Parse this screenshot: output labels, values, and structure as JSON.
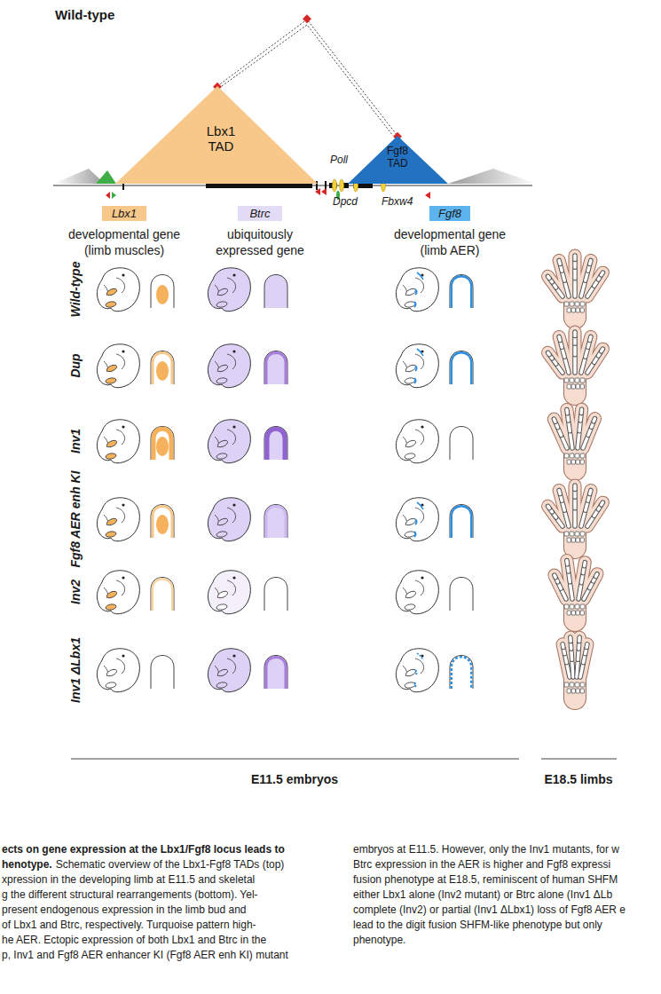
{
  "diagram": {
    "title": "Wild-type",
    "nodes": [
      {
        "text": [
          "Lbx1 TAD"
        ]
      },
      {
        "text": [
          "Fgf8 TAD"
        ]
      },
      {
        "text": [
          "Lbx1",
          "developmental gene (limb muscles)"
        ]
      },
      {
        "text": [
          "Btrc",
          "ubiquitously expressed gene"
        ]
      },
      {
        "text": [
          "Fgf8",
          "developmental gene (limb AER)"
        ]
      }
    ],
    "labels": [
      "Poll",
      "Dpcd",
      "Fbxw4",
      "Wild-type",
      "Dup",
      "Inv1",
      "Fgf8 AER enh KI",
      "Inv2",
      "Inv1 ΔLbx1",
      "E11.5 embryos",
      "E18.5 limbs",
      "ects on gene expression at the Lbx1/Fgf8 locus leads to",
      "henotype.",
      "Schematic overview of the Lbx1-Fgf8 TADs (top)",
      "xpression in the developing limb at E11.5 and skeletal",
      "g the different structural rearrangements (bottom). Yel-",
      "present endogenous expression in the limb bud and",
      "of Lbx1 and Btrc, respectively. Turquoise pattern high-",
      "he AER. Ectopic expression of both Lbx1 and Btrc in the",
      "p, Inv1 and Fgf8 AER enhancer KI (Fgf8 AER enh KI) mutant",
      "embryos at E11.5. However, only the Inv1 mutants, for w",
      "Btrc expression in the AER is higher and Fgf8 expressi",
      "fusion phenotype at E18.5, reminiscent of human SHFM",
      "either Lbx1 alone (Inv2 mutant) or Btrc alone (Inv1 ΔLb",
      "complete (Inv2) or partial (Inv1 ΔLbx1) loss of Fgf8 AER e",
      "lead to the digit fusion SHFM-like phenotype but only",
      "phenotype."
    ]
  }
}
